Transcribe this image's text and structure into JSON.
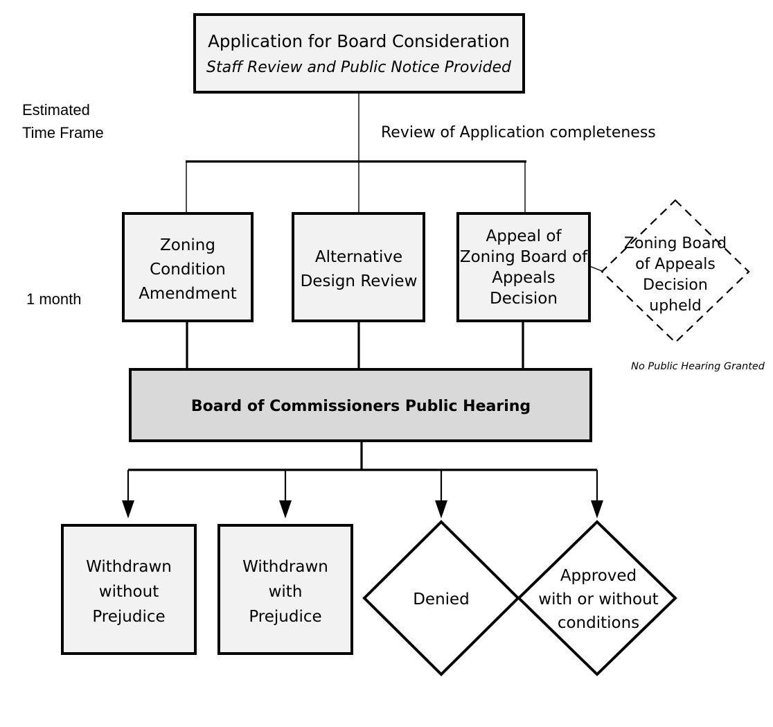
{
  "diagram": {
    "title_box": {
      "heading": "Application for Board Consideration",
      "subheading": "Staff Review and Public Notice Provided"
    },
    "side_labels": {
      "estimated_line1": "Estimated",
      "estimated_line2": "Time Frame",
      "one_month": "1 month"
    },
    "edge_labels": {
      "review_completeness": "Review of Application completeness",
      "no_public_hearing": "No Public Hearing Granted"
    },
    "process_boxes": [
      {
        "lines": [
          "Zoning",
          "Condition",
          "Amendment"
        ]
      },
      {
        "lines": [
          "Alternative",
          "Design Review"
        ]
      },
      {
        "lines": [
          "Appeal of",
          "Zoning Board of",
          "Appeals",
          "Decision"
        ]
      }
    ],
    "upheld_diamond": {
      "lines": [
        "Zoning Board",
        "of Appeals",
        "Decision",
        "upheld"
      ]
    },
    "hearing_bar": {
      "label": "Board of Commissioners Public Hearing"
    },
    "outcomes": [
      {
        "shape": "rect",
        "lines": [
          "Withdrawn",
          "without",
          "Prejudice"
        ]
      },
      {
        "shape": "rect",
        "lines": [
          "Withdrawn",
          "with",
          "Prejudice"
        ]
      },
      {
        "shape": "diamond",
        "lines": [
          "Denied"
        ]
      },
      {
        "shape": "diamond",
        "lines": [
          "Approved",
          "with or without",
          "conditions"
        ]
      }
    ],
    "colors": {
      "box_fill": "#f2f2f2",
      "bar_fill": "#d9d9d9",
      "stroke": "#000000",
      "background": "#ffffff"
    }
  }
}
